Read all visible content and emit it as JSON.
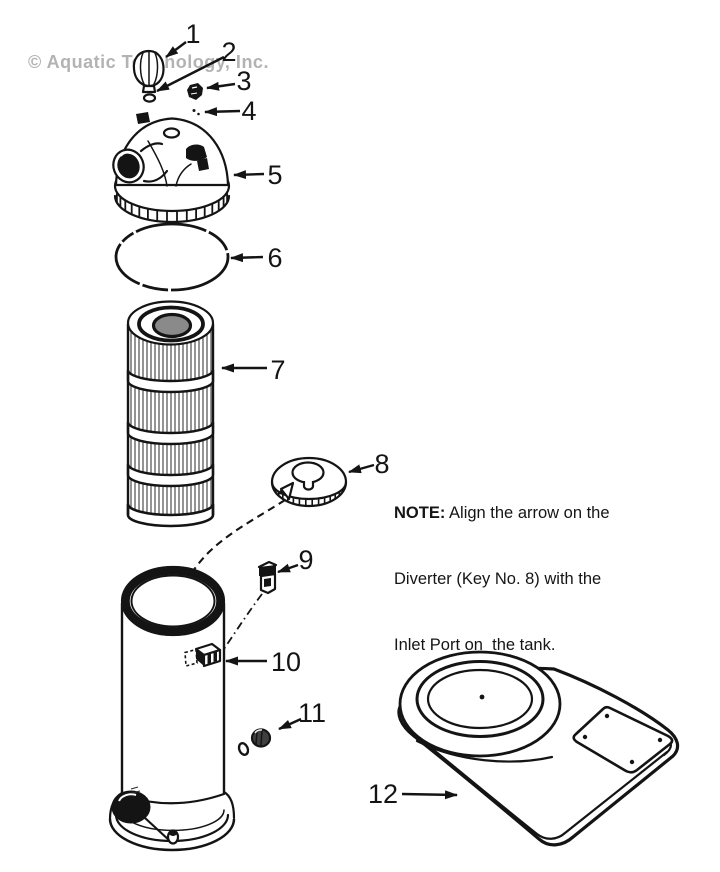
{
  "watermark": "© Aquatic Technology, Inc.",
  "note": {
    "label": "NOTE:",
    "line1": " Align the arrow on the",
    "line2": "Diverter (Key No. 8) with the",
    "line3": "Inlet Port on  the tank."
  },
  "part_labels": {
    "n1": "1",
    "n2": "2",
    "n3": "3",
    "n4": "4",
    "n5": "5",
    "n6": "6",
    "n7": "7",
    "n8": "8",
    "n9": "9",
    "n10": "10",
    "n11": "11",
    "n12": "12"
  },
  "colors": {
    "ink": "#141414",
    "watermark": "#b3b3b3",
    "cartridge_core": "#8a8a8a",
    "background": "#ffffff"
  }
}
